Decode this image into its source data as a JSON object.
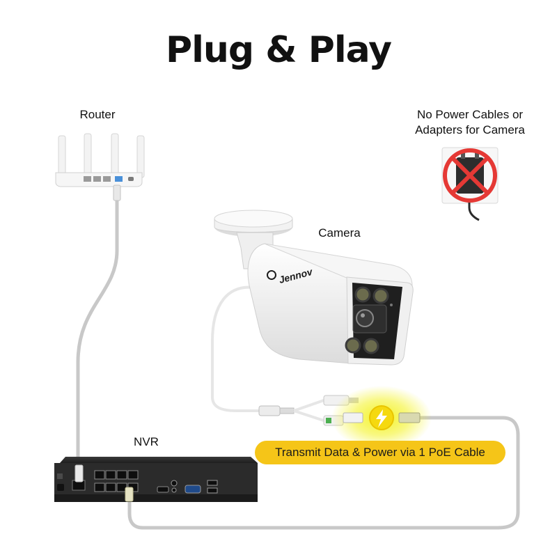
{
  "title": "Plug & Play",
  "labels": {
    "router": "Router",
    "no_power_line1": "No Power Cables or",
    "no_power_line2": "Adapters for Camera",
    "camera": "Camera",
    "nvr": "NVR"
  },
  "banner": "Transmit Data & Power via 1 PoE Cable",
  "camera_brand": "Jennov",
  "icons": [
    "router-icon",
    "no-power-adapter-icon",
    "camera-icon",
    "nvr-icon",
    "lightning-icon"
  ],
  "colors": {
    "banner": "#f5c518",
    "cable": "#c8c8c8",
    "nvr_body": "#2b2b2b",
    "prohibit_red": "#e53935",
    "glow": "#f3f21a"
  }
}
